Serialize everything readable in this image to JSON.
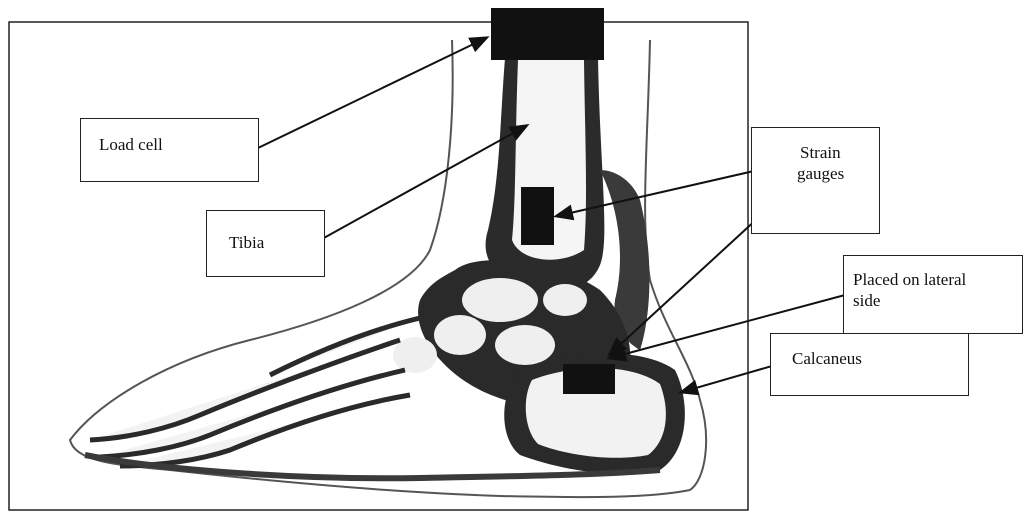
{
  "diagram": {
    "labels": {
      "load_cell": "Load cell",
      "tibia": "Tibia",
      "strain_gauges_line1": "Strain",
      "strain_gauges_line2": "gauges",
      "lateral_line1": "Placed on lateral",
      "lateral_line2": "side",
      "calcaneus": "Calcaneus"
    },
    "colors": {
      "ink": "#111111",
      "bone": "#ffffff",
      "background": "#ffffff"
    }
  }
}
